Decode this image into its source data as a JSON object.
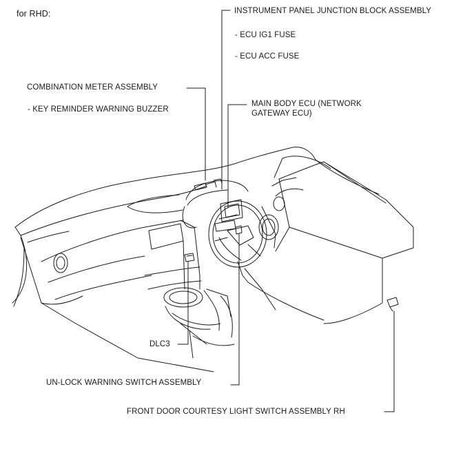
{
  "header": {
    "variant": "for RHD:"
  },
  "labels": {
    "instrument_panel_jb": "INSTRUMENT PANEL JUNCTION BLOCK ASSEMBLY",
    "ecu_ig1_fuse": "- ECU IG1 FUSE",
    "ecu_acc_fuse": "- ECU ACC FUSE",
    "combination_meter": "COMBINATION METER ASSEMBLY",
    "key_reminder_buzzer": "- KEY REMINDER WARNING BUZZER",
    "main_body_ecu_line1": "MAIN BODY ECU (NETWORK",
    "main_body_ecu_line2": "GATEWAY ECU)",
    "dlc3": "DLC3",
    "unlock_warning_switch": "UN-LOCK WARNING SWITCH ASSEMBLY",
    "front_door_courtesy_switch": "FRONT DOOR COURTESY LIGHT SWITCH ASSEMBLY RH"
  },
  "colors": {
    "line": "#1a1a1a",
    "background": "#ffffff"
  }
}
